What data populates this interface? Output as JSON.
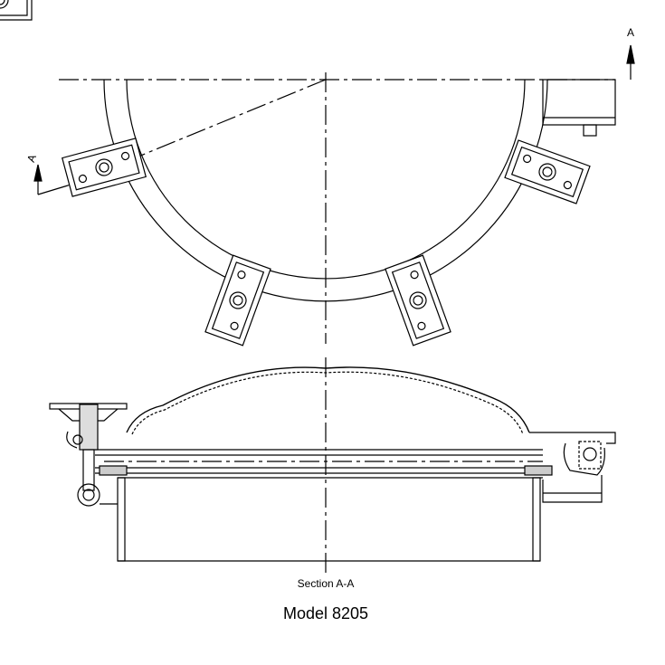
{
  "section_marker_top": "A",
  "section_marker_left": "A",
  "section_caption": "Section A-A",
  "model_caption": "Model 8205"
}
